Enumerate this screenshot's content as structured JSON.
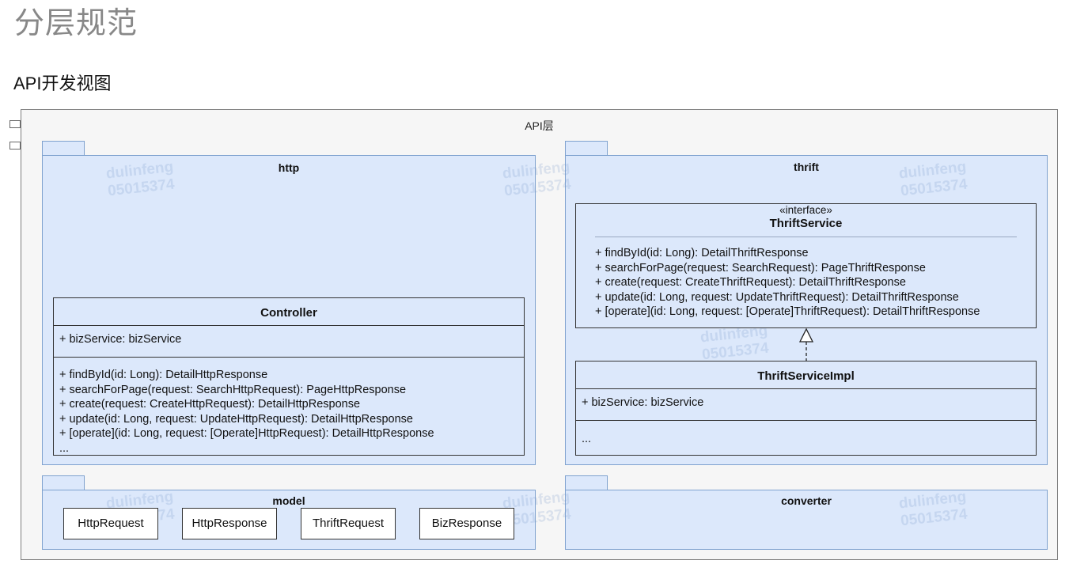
{
  "page": {
    "title": "分层规范",
    "subtitle": "API开发视图"
  },
  "diagram": {
    "layer_label": "API层",
    "packages": {
      "http": {
        "label": "http"
      },
      "thrift": {
        "label": "thrift"
      },
      "model": {
        "label": "model"
      },
      "converter": {
        "label": "converter"
      }
    },
    "controller": {
      "name": "Controller",
      "attributes": [
        "+ bizService: bizService"
      ],
      "methods": [
        "+ findById(id: Long): DetailHttpResponse",
        "+ searchForPage(request: SearchHttpRequest): PageHttpResponse",
        "+ create(request: CreateHttpRequest): DetailHttpResponse",
        "+ update(id: Long, request: UpdateHttpRequest): DetailHttpResponse",
        "+ [operate](id: Long, request: [Operate]HttpRequest): DetailHttpResponse",
        "..."
      ]
    },
    "thrift_service": {
      "stereotype": "«interface»",
      "name": "ThriftService",
      "methods": [
        "+ findById(id: Long): DetailThriftResponse",
        "+ searchForPage(request: SearchRequest): PageThriftResponse",
        "+ create(request: CreateThriftRequest): DetailThriftResponse",
        "+ update(id: Long, request: UpdateThriftRequest): DetailThriftResponse",
        "+ [operate](id: Long, request: [Operate]ThriftRequest): DetailThriftResponse"
      ]
    },
    "thrift_service_impl": {
      "name": "ThriftServiceImpl",
      "attributes": [
        "+ bizService: bizService"
      ],
      "methods": [
        "..."
      ]
    },
    "model_classes": [
      "HttpRequest",
      "HttpResponse",
      "ThriftRequest",
      "BizResponse"
    ],
    "watermark": {
      "name": "dulinfeng",
      "id": "05015374"
    }
  }
}
